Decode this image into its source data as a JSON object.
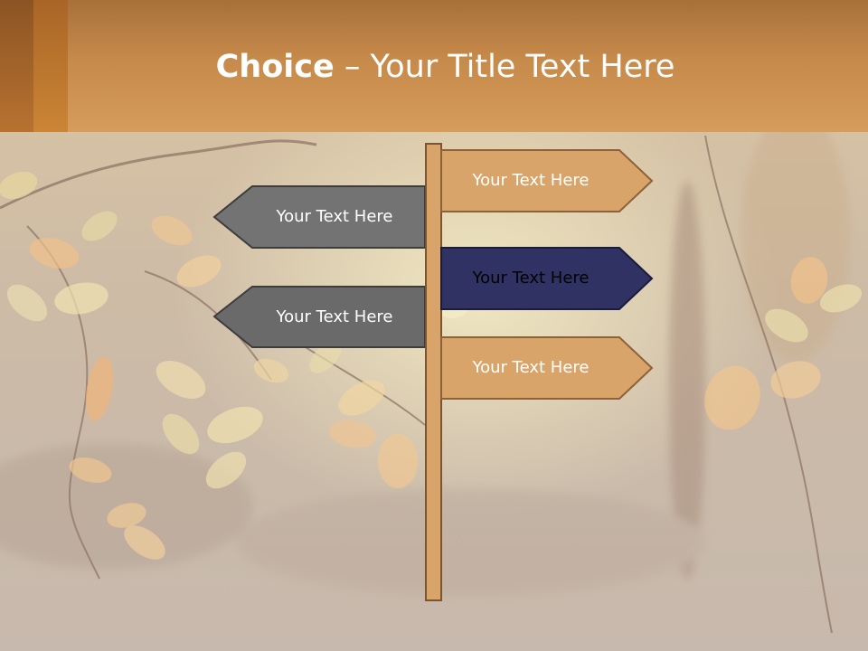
{
  "slide": {
    "title_bold": "Choice",
    "title_rest": " – Your Title Text Here"
  },
  "signs": {
    "right_top": "Your Text Here",
    "left_top": "Your Text Here",
    "right_middle": "Your Text Here",
    "left_bottom": "Your Text Here",
    "right_bottom": "Your Text Here"
  },
  "colors": {
    "header": "#c68a4a",
    "sign_tan": "#d9a46a",
    "sign_navy": "#2f3263",
    "sign_gray": "#6f6f6f",
    "post": "#d9a46a"
  }
}
